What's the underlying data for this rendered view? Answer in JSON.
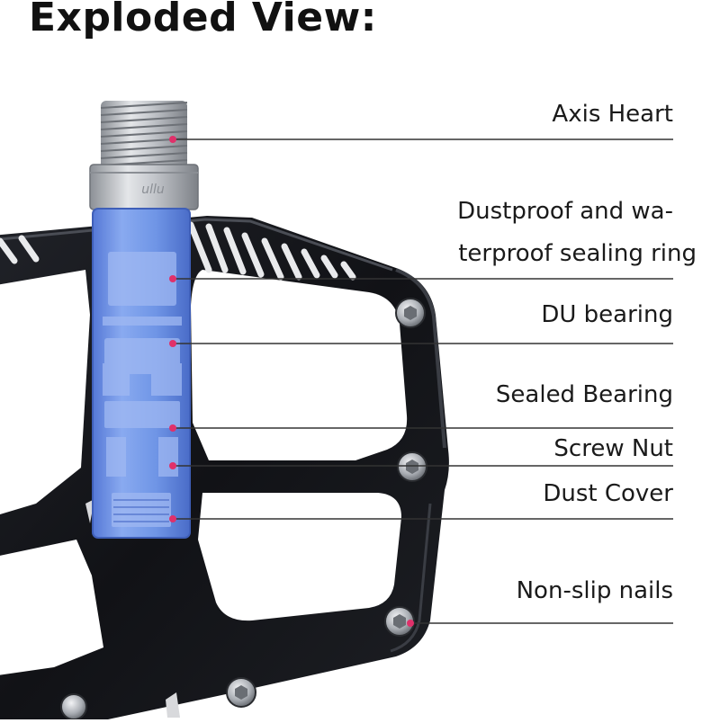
{
  "title": "Exploded View:",
  "labels": [
    {
      "id": "axis-heart",
      "lines": [
        "Axis Heart"
      ]
    },
    {
      "id": "sealing-ring",
      "lines": [
        "Dustproof and wa-",
        "terproof sealing ring"
      ]
    },
    {
      "id": "du-bearing",
      "lines": [
        "DU bearing"
      ]
    },
    {
      "id": "sealed-bearing",
      "lines": [
        "Sealed Bearing"
      ]
    },
    {
      "id": "screw-nut",
      "lines": [
        "Screw Nut"
      ]
    },
    {
      "id": "dust-cover",
      "lines": [
        "Dust Cover"
      ]
    },
    {
      "id": "non-slip-nails",
      "lines": [
        "Non-slip nails"
      ]
    }
  ],
  "axle_marking": "ullu",
  "colors": {
    "pedal_body": "#15161a",
    "pedal_highlight": "#3a3d44",
    "spindle_overlay": "#6f95e6",
    "metal": "#b9bdc3",
    "leader_line": "#333333",
    "marker_dot": "#e0306a"
  }
}
